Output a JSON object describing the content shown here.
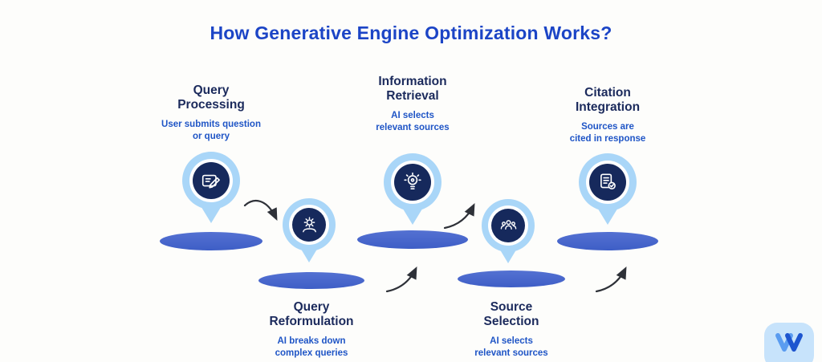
{
  "title": "How Generative Engine Optimization Works?",
  "steps": [
    {
      "title": "Query\nProcessing",
      "description": "User submits question\nor query",
      "icon": "edit-query-icon",
      "position": "top"
    },
    {
      "title": "Query\nReformulation",
      "description": "AI breaks down\ncomplex queries",
      "icon": "gear-hands-icon",
      "position": "bottom"
    },
    {
      "title": "Information\nRetrieval",
      "description": "AI selects\nrelevant sources",
      "icon": "lightbulb-idea-icon",
      "position": "top"
    },
    {
      "title": "Source\nSelection",
      "description": "AI selects\nrelevant sources",
      "icon": "people-group-icon",
      "position": "bottom"
    },
    {
      "title": "Citation\nIntegration",
      "description": "Sources are\ncited in response",
      "icon": "cited-document-icon",
      "position": "top"
    }
  ],
  "colors": {
    "title_blue": "#1c45c6",
    "heading_navy": "#1b2a5c",
    "subtext_blue": "#1f55c6",
    "pin_outer": "#a9d6f8",
    "pin_core": "#16295c",
    "platform_blue": "#4565ca",
    "arrow_dark": "#2e3138",
    "logo_bg": "#c7e3fb"
  },
  "logo": {
    "name": "writesonic-logo"
  }
}
